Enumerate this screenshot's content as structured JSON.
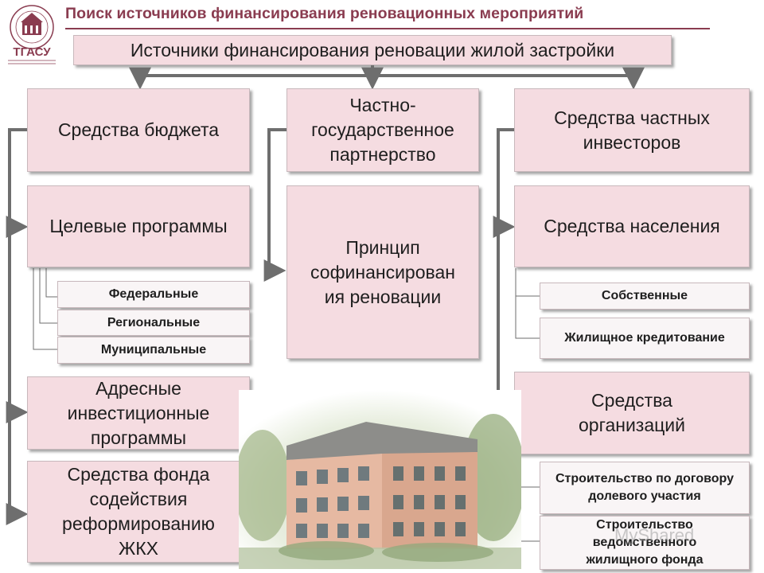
{
  "header": {
    "title": "Поиск источников финансирования реновационных мероприятий",
    "logo_text": "ТГАСУ"
  },
  "root": {
    "label": "Источники финансирования реновации жилой застройки"
  },
  "columns": {
    "left": {
      "head": "Средства бюджета",
      "items": [
        {
          "label": "Целевые программы"
        },
        {
          "label": "Адресные инвестиционные программы"
        },
        {
          "label": "Средства фонда содействия реформированию ЖКХ"
        }
      ],
      "program_levels": [
        "Федеральные",
        "Региональные",
        "Муниципальные"
      ]
    },
    "middle": {
      "head": "Частно-\nгосударственное\nпартнерство",
      "items": [
        {
          "label": "Принцип\nсофинансирован\nия реновации"
        }
      ]
    },
    "right": {
      "head": "Средства частных инвесторов",
      "items": [
        {
          "label": "Средства населения",
          "sub": [
            "Собственные",
            "Жилищное кредитование"
          ]
        },
        {
          "label": "Средства организаций",
          "sub": [
            "Строительство по договору долевого участия",
            "Строительство ведомственного жилищного фонда"
          ]
        }
      ]
    }
  },
  "watermark": "MyShared",
  "colors": {
    "box_fill": "#f5dce1",
    "light_box": "#f9f5f6",
    "title": "#8a3c50",
    "connector": "#6e6e6e"
  }
}
